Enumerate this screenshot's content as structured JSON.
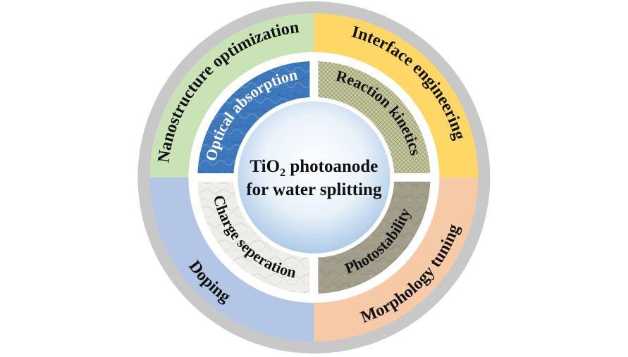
{
  "center": {
    "line1_main": "TiO",
    "line1_sub": "2",
    "line1_rest": " photoanode",
    "line2": "for water splitting"
  },
  "outer_ring": [
    {
      "label": "Nanostructure optimization",
      "color": "#c9e3b6"
    },
    {
      "label": "Interface engineering",
      "color": "#ffd766"
    },
    {
      "label": "Morphology tuning",
      "color": "#f6caa6"
    },
    {
      "label": "Doping",
      "color": "#b3c6e5"
    }
  ],
  "inner_ring": [
    {
      "label": "Optical absorption",
      "color": "#3e78bc"
    },
    {
      "label": "Reaction kinetics",
      "color": "#c9caa0"
    },
    {
      "label": "Photostability",
      "color": "#a39e8c"
    },
    {
      "label": "Charge seperation",
      "color": "#ecebe6"
    }
  ],
  "colors": {
    "frame": "#c8c8c8",
    "inner_white_ring": "#ffffff",
    "center_glow": "#ffffff",
    "center_edge": "#a8c7e6"
  }
}
